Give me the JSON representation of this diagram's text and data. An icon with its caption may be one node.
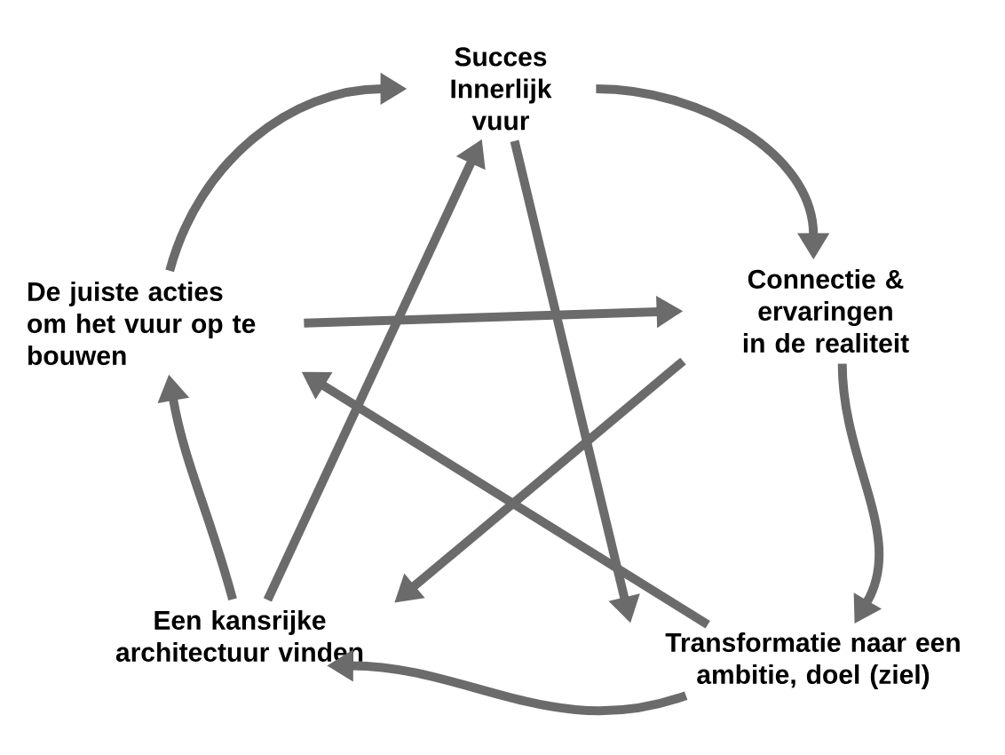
{
  "diagram": {
    "nodes": [
      {
        "text": [
          "Succes Innerlijk vuur"
        ]
      },
      {
        "text": [
          "Connectie & ervaringen in de realiteit"
        ]
      },
      {
        "text": [
          "Transformatie naar een ambitie, doel (ziel)"
        ]
      },
      {
        "text": [
          "Een kansrijke architectuur vinden"
        ]
      },
      {
        "text": [
          "De juiste acties om het vuur op te bouwen"
        ]
      }
    ],
    "edges": [
      {
        "from": 4,
        "to": 0,
        "arrow": "to"
      },
      {
        "from": 0,
        "to": 1,
        "arrow": "to"
      },
      {
        "from": 1,
        "to": 2,
        "arrow": "to"
      },
      {
        "from": 2,
        "to": 3,
        "arrow": "to"
      },
      {
        "from": 3,
        "to": 4,
        "arrow": "to"
      },
      {
        "from": 4,
        "to": 1,
        "arrow": "to"
      },
      {
        "from": 0,
        "to": 2,
        "arrow": "to"
      },
      {
        "from": 1,
        "to": 3,
        "arrow": "to"
      },
      {
        "from": 2,
        "to": 4,
        "arrow": "to"
      },
      {
        "from": 3,
        "to": 0,
        "arrow": "to"
      }
    ]
  }
}
